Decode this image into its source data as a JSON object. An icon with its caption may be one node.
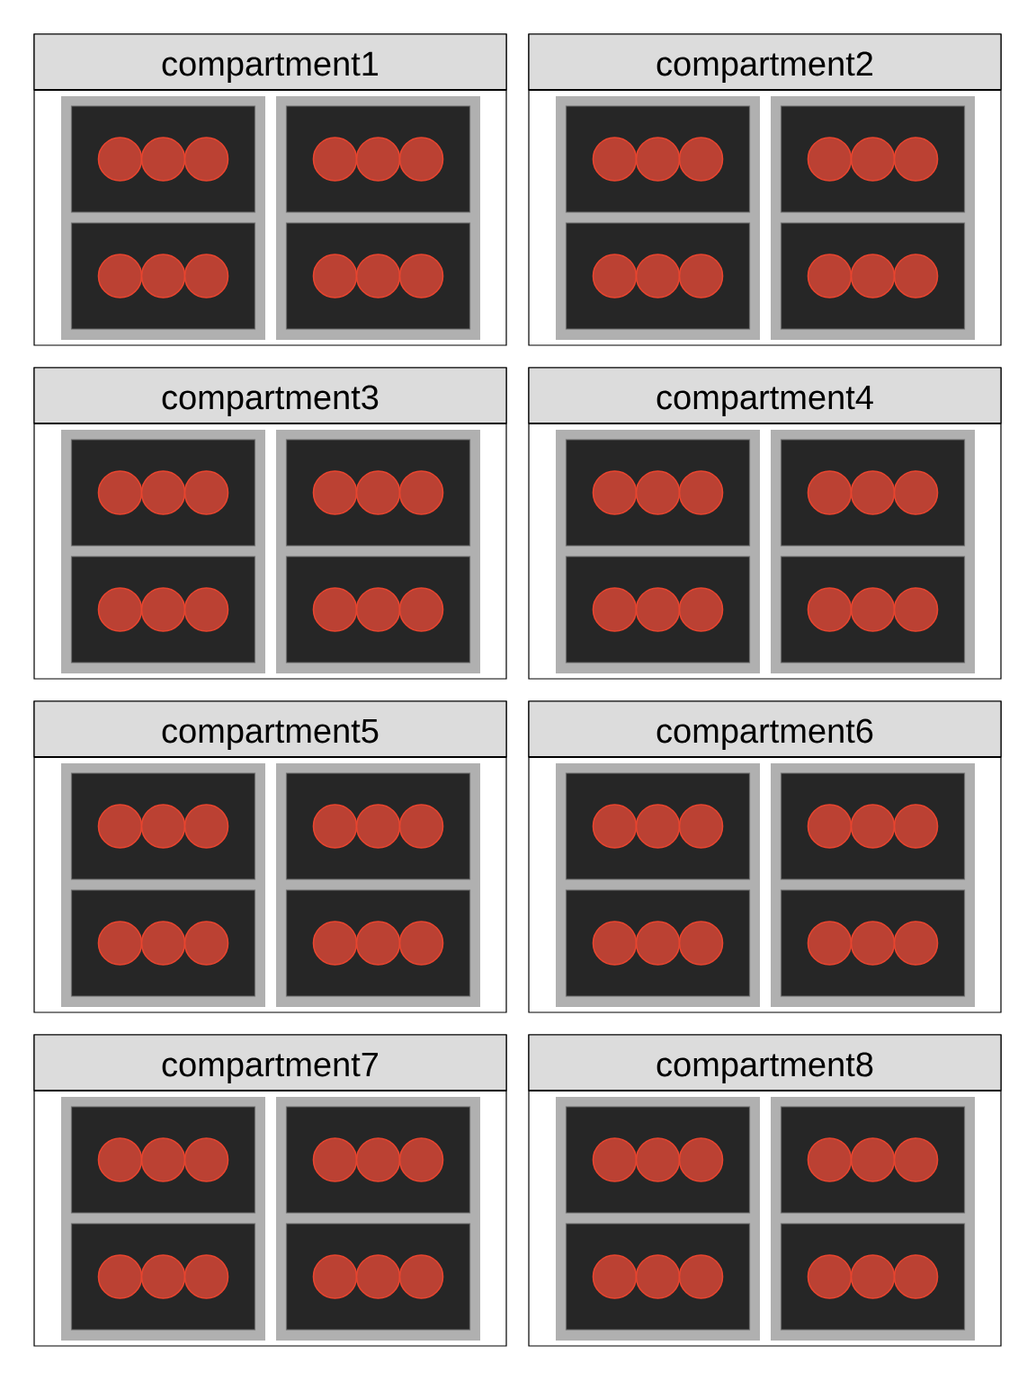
{
  "diagram": {
    "nodes": [
      {
        "text": [
          "compartment1"
        ]
      },
      {
        "text": [
          "compartment2"
        ]
      },
      {
        "text": [
          "compartment3"
        ]
      },
      {
        "text": [
          "compartment4"
        ]
      },
      {
        "text": [
          "compartment5"
        ]
      },
      {
        "text": [
          "compartment6"
        ]
      },
      {
        "text": [
          "compartment7"
        ]
      },
      {
        "text": [
          "compartment8"
        ]
      }
    ]
  }
}
